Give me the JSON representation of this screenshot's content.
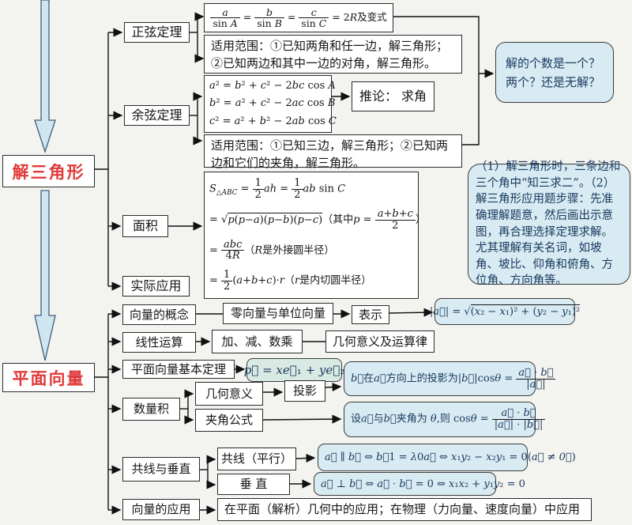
{
  "canvas": {
    "bg": "#f3f3ef",
    "bubble_bg": "#d8eaf2",
    "bubble_text": "#17395e",
    "accent_red": "#e03a3a"
  },
  "roots": {
    "triangle": "解三角形",
    "vector": "平面向量"
  },
  "triangle": {
    "sine": {
      "label": "正弦定理",
      "formula_html": "<span class='fr'><span class='nu'><i>a</i></span><span class='de'>sin <i>A</i></span></span> = <span class='fr'><span class='nu'><i>b</i></span><span class='de'>sin <i>B</i></span></span> = <span class='fr'><span class='nu'><i>c</i></span><span class='de'>sin <i>C</i></span></span> = 2<i>R</i>及变式",
      "scope": "适用范围：①已知两角和任一边，解三角形；②已知两边和其中一边的对角，解三角形。"
    },
    "cosine": {
      "label": "余弦定理",
      "lines_html": [
        "<i>a</i>² = <i>b</i>² + <i>c</i>² − 2<i>bc</i> cos <i>A</i>",
        "<i>b</i>² = <i>a</i>² + <i>c</i>² − 2<i>ac</i> cos <i>B</i>",
        "<i>c</i>² = <i>a</i>² + <i>b</i>² − 2<i>ab</i> cos <i>C</i>"
      ],
      "corollary": "推论： 求角",
      "scope": "适用范围：①已知三边，解三角形；②已知两边和它们的夹角，解三角形。"
    },
    "area": {
      "label": "面积",
      "lines_html": [
        "<i>S</i><sub>△<i>ABC</i></sub> = <span class='fr'><span class='nu'>1</span><span class='de'>2</span></span><i>ah</i> = <span class='fr'><span class='nu'>1</span><span class='de'>2</span></span><i>ab</i> sin <i>C</i>",
        "= √<span class='ov'><i>p</i>(<i>p</i>−<i>a</i>)(<i>p</i>−<i>b</i>)(<i>p</i>−<i>c</i>)</span>（其中<i>p</i> = <span class='fr'><span class='nu'><i>a</i>+<i>b</i>+<i>c</i></span><span class='de'>2</span></span>）",
        "= <span class='fr'><span class='nu'><i>abc</i></span><span class='de'>4<i>R</i></span></span>（<i>R</i>是外接圆半径）",
        "= <span class='fr'><span class='nu'>1</span><span class='de'>2</span></span>(<i>a</i>+<i>b</i>+<i>c</i>)·<i>r</i>（<i>r</i>是内切圆半径）"
      ]
    },
    "practical": {
      "label": "实际应用"
    },
    "bubble_solution_count": "解的个数是一个？两个？还是无解？",
    "bubble_notes": "（1）解三角形时，三条边和三个角中“知三求二”。（2）解三角形应用题步骤：先准确理解题意，然后画出示意图，再合理选择定理求解。尤其理解有关名词，如坡角、坡比、仰角和俯角、方位角、方向角等。"
  },
  "vector": {
    "concept": {
      "label": "向量的概念",
      "zero": "零向量与单位向量",
      "repr": "表示",
      "length_html": "|<i>a⃗</i>| = √<span class='ov'>(<i>x</i>₂ − <i>x</i>₁)² + (<i>y</i>₂ − <i>y</i>₁)²</span>"
    },
    "linear": {
      "label": "线性运算",
      "ops": "加、减、数乘",
      "geometry": "几何意义及运算律"
    },
    "theorem": {
      "label": "平面向量基本定理",
      "formula_html": "<i>p⃗</i> = <i>x</i><i>e⃗</i>₁ + <i>y</i><i>e⃗</i>₂"
    },
    "dot": {
      "label": "数量积",
      "geo": "几何意义",
      "proj": "投影",
      "angle": "夹角公式",
      "projection_html": "<i>b⃗</i>在<i>a⃗</i>方向上的投影为|<i>b⃗</i>|cos<i>θ</i> = <span class='fr'><span class='nu'><i>a⃗</i> · <i>b⃗</i></span><span class='de'>|<i>a⃗</i>|</span></span>",
      "angle_html": "设<i>a⃗</i>与<i>b⃗</i>夹角为 <i>θ</i>,则 cos<i>θ</i> = <span class='fr'><span class='nu'><i>a⃗</i> · <i>b⃗</i></span><span class='de'>|<i>a⃗</i>| · |<i>b⃗</i>|</span></span>"
    },
    "collinear": {
      "label": "共线与垂直",
      "parallel": "共线（平行）",
      "perp": "垂 直",
      "parallel_html": "<i>a⃗</i> ∥ <i>b⃗</i> ⇔ <i>b⃗</i>1 = <i>λ</i>0<i>a⃗</i> ⇔ <i>x</i>₁<i>y</i>₂ − <i>x</i>₂<i>y</i>₁ = 0(<i>a⃗</i> ≠ <i>0⃗</i>)",
      "perp_html": "<i>a⃗</i> ⊥ <i>b⃗</i> ⇔ <i>a⃗</i> · <i>b⃗</i> = 0 ⇔ <i>x</i>₁<i>x</i>₂ + <i>y</i>₁<i>y</i>₂ = 0"
    },
    "application": {
      "label": "向量的应用",
      "content": "在平面（解析）几何中的应用；在物理（力向量、速度向量）中应用"
    }
  }
}
